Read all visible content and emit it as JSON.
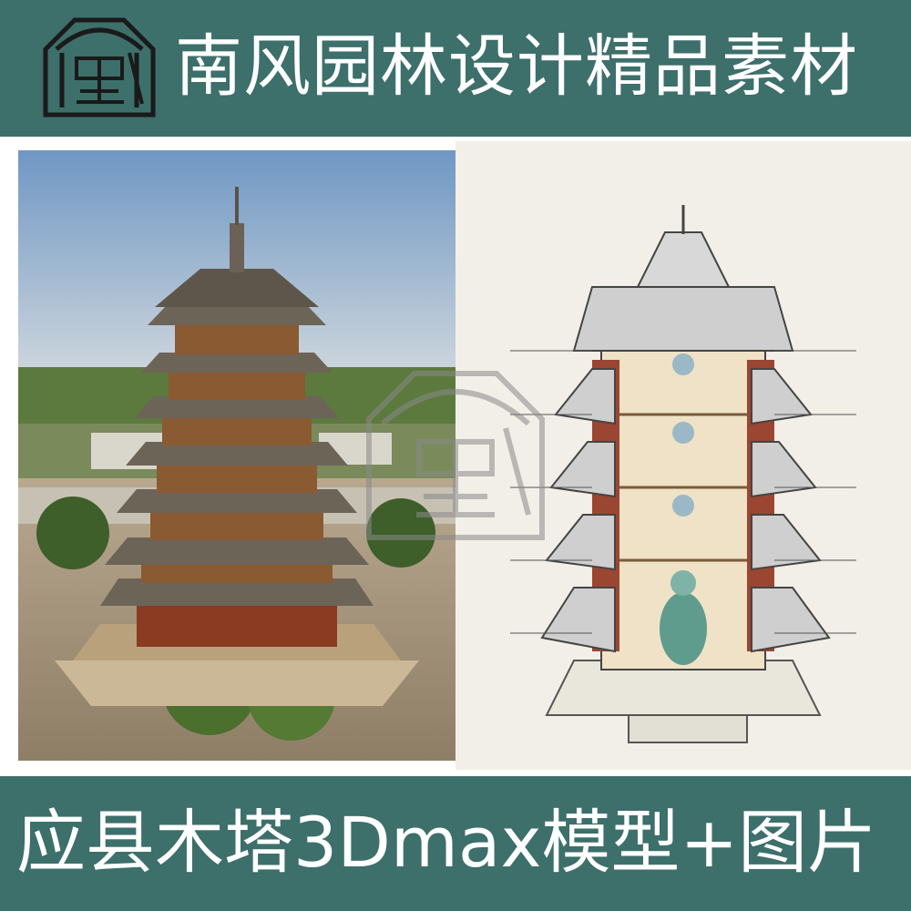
{
  "header": {
    "title": "南风园林设计精品素材",
    "logo_icon": "seal-logo-icon"
  },
  "footer": {
    "product_title": "应县木塔3Dmax模型+图片"
  },
  "colors": {
    "band": "#3d6f6b",
    "text": "#ffffff",
    "drawing_bg": "#f1efe7"
  },
  "images": {
    "photo_icon": "pagoda-photo",
    "drawing_icon": "pagoda-cutaway-drawing",
    "watermark_icon": "watermark-seal-icon"
  }
}
